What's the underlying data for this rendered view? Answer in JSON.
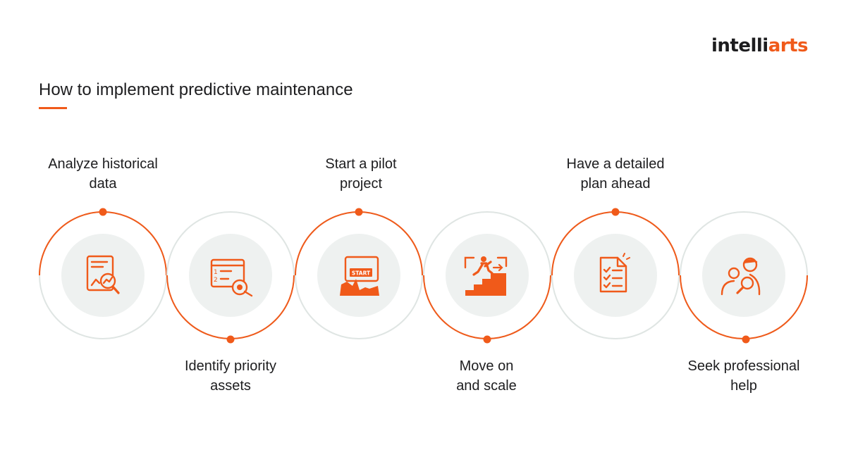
{
  "brand": {
    "name_prefix": "intelli",
    "name_suffix": "arts",
    "accent_color": "#f05a1a"
  },
  "title": "How to implement predictive maintenance",
  "steps": [
    {
      "lines": [
        "Analyze historical",
        "data"
      ],
      "icon": "analytics-search-icon",
      "label_position": "top"
    },
    {
      "lines": [
        "Identify priority",
        "assets"
      ],
      "icon": "target-list-icon",
      "label_position": "bottom"
    },
    {
      "lines": [
        "Start a pilot",
        "project"
      ],
      "icon": "start-button-icon",
      "label_position": "top"
    },
    {
      "lines": [
        "Move on",
        "and scale"
      ],
      "icon": "climbing-stairs-icon",
      "label_position": "bottom"
    },
    {
      "lines": [
        "Have a detailed",
        "plan ahead"
      ],
      "icon": "checklist-icon",
      "label_position": "top"
    },
    {
      "lines": [
        "Seek professional",
        "help"
      ],
      "icon": "expert-search-icon",
      "label_position": "bottom"
    }
  ],
  "icon_texts": {
    "start_button": "START",
    "list_num_1": "1",
    "list_num_2": "2"
  },
  "colors": {
    "accent": "#f05a1a",
    "ring_gray": "#dfe5e3",
    "icon_bg": "#eef1f0",
    "text": "#1d1d1f"
  }
}
